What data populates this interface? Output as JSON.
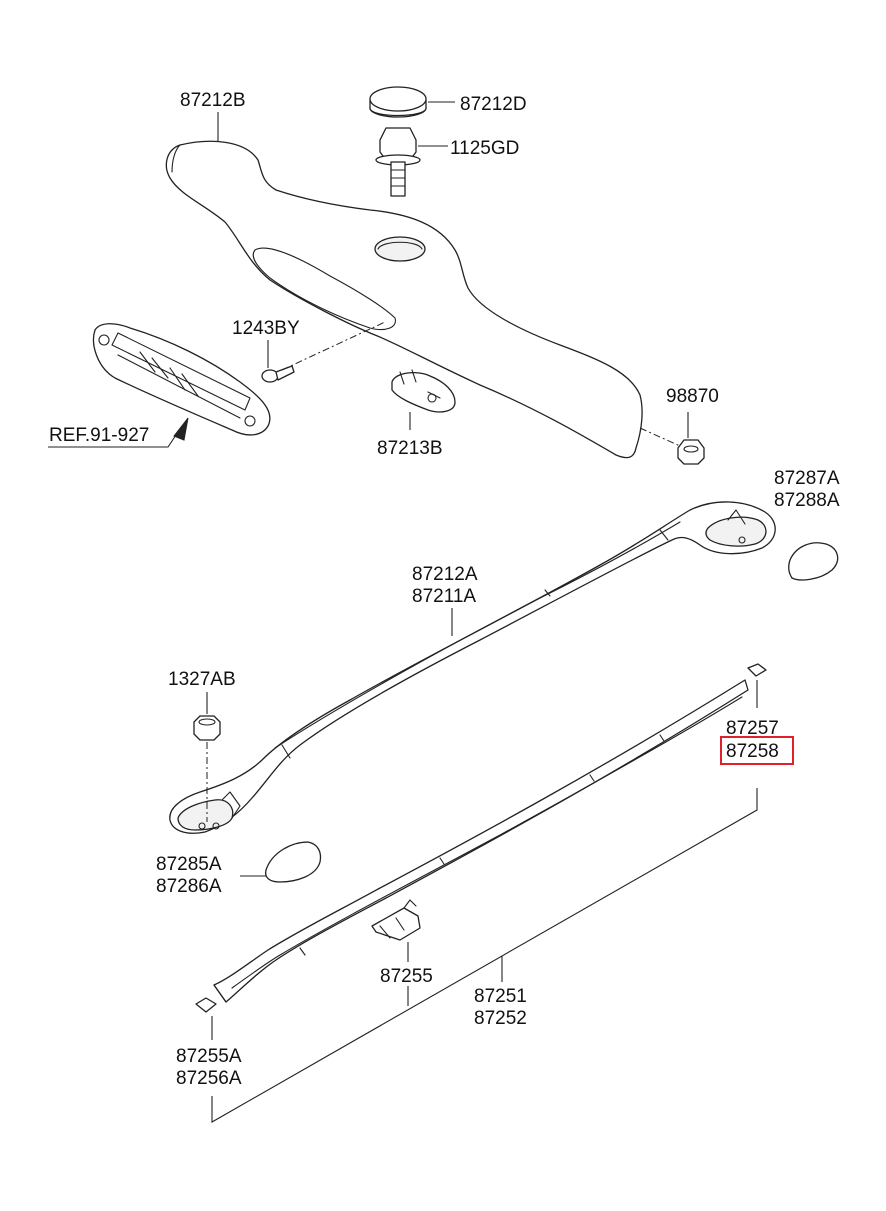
{
  "diagram": {
    "callouts": {
      "p87212B": "87212B",
      "p87212D": "87212D",
      "p1125GD": "1125GD",
      "p1243BY": "1243BY",
      "ref": "REF.91-927",
      "p87213B": "87213B",
      "p98870": "98870",
      "p87287A": "87287A",
      "p87288A": "87288A",
      "p87212A": "87212A",
      "p87211A": "87211A",
      "p1327AB": "1327AB",
      "p87257": "87257",
      "p87258": "87258",
      "p87285A": "87285A",
      "p87286A": "87286A",
      "p87255": "87255",
      "p87251": "87251",
      "p87252": "87252",
      "p87255A": "87255A",
      "p87256A": "87256A"
    },
    "highlighted_part": "87258",
    "highlight_color": "#e0202a",
    "line_color": "#222222"
  }
}
